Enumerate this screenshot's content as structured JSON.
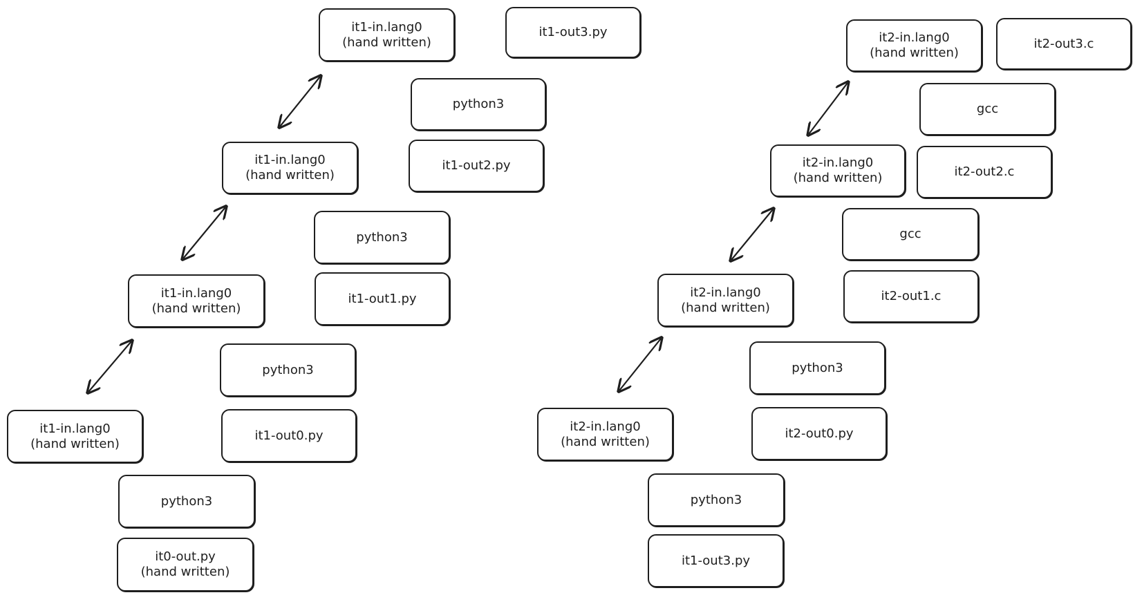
{
  "diagram": {
    "left_column": {
      "nodes": [
        {
          "id": "l-in-top",
          "line1": "it1-in.lang0",
          "line2": "(hand written)"
        },
        {
          "id": "l-out3",
          "line1": "it1-out3.py",
          "line2": ""
        },
        {
          "id": "l-py-a",
          "line1": "python3",
          "line2": ""
        },
        {
          "id": "l-in-2",
          "line1": "it1-in.lang0",
          "line2": "(hand written)"
        },
        {
          "id": "l-out2",
          "line1": "it1-out2.py",
          "line2": ""
        },
        {
          "id": "l-py-b",
          "line1": "python3",
          "line2": ""
        },
        {
          "id": "l-in-3",
          "line1": "it1-in.lang0",
          "line2": "(hand written)"
        },
        {
          "id": "l-out1",
          "line1": "it1-out1.py",
          "line2": ""
        },
        {
          "id": "l-py-c",
          "line1": "python3",
          "line2": ""
        },
        {
          "id": "l-in-4",
          "line1": "it1-in.lang0",
          "line2": "(hand written)"
        },
        {
          "id": "l-out0",
          "line1": "it1-out0.py",
          "line2": ""
        },
        {
          "id": "l-py-d",
          "line1": "python3",
          "line2": ""
        },
        {
          "id": "l-it0",
          "line1": "it0-out.py",
          "line2": "(hand written)"
        }
      ]
    },
    "right_column": {
      "nodes": [
        {
          "id": "r-in-top",
          "line1": "it2-in.lang0",
          "line2": "(hand written)"
        },
        {
          "id": "r-out3",
          "line1": "it2-out3.c",
          "line2": ""
        },
        {
          "id": "r-gcc-a",
          "line1": "gcc",
          "line2": ""
        },
        {
          "id": "r-in-2",
          "line1": "it2-in.lang0",
          "line2": "(hand written)"
        },
        {
          "id": "r-out2",
          "line1": "it2-out2.c",
          "line2": ""
        },
        {
          "id": "r-gcc-b",
          "line1": "gcc",
          "line2": ""
        },
        {
          "id": "r-in-3",
          "line1": "it2-in.lang0",
          "line2": "(hand written)"
        },
        {
          "id": "r-out1",
          "line1": "it2-out1.c",
          "line2": ""
        },
        {
          "id": "r-py-a",
          "line1": "python3",
          "line2": ""
        },
        {
          "id": "r-in-4",
          "line1": "it2-in.lang0",
          "line2": "(hand written)"
        },
        {
          "id": "r-out0",
          "line1": "it2-out0.py",
          "line2": ""
        },
        {
          "id": "r-py-b",
          "line1": "python3",
          "line2": ""
        },
        {
          "id": "r-it1",
          "line1": "it1-out3.py",
          "line2": ""
        }
      ]
    },
    "colors": {
      "stroke": "#1e1e1e",
      "background": "#ffffff"
    }
  }
}
